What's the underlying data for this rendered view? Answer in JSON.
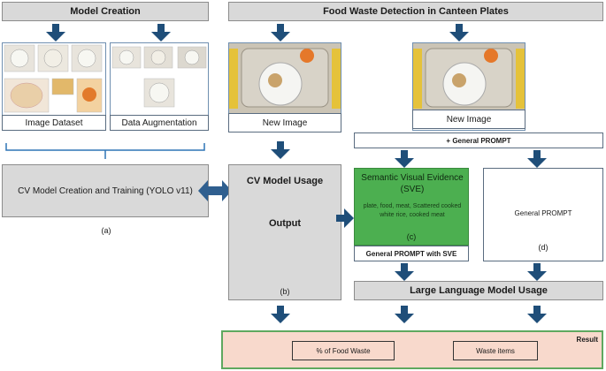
{
  "model_creation": {
    "header": "Model Creation",
    "image_dataset_caption": "Image Dataset",
    "data_augmentation_caption": "Data Augmentation",
    "training_box": "CV Model Creation and Training (YOLO v11)",
    "label": "(a)"
  },
  "detection": {
    "header": "Food Waste Detection in Canteen Plates",
    "new_image_caption_1": "New Image",
    "new_image_caption_2": "New Image",
    "cv_usage_title": "CV Model Usage",
    "cv_usage_output": "Output",
    "cv_usage_label": "(b)",
    "general_prompt_bar": "+ General PROMPT",
    "sve_title": "Semantic Visual Evidence (SVE)",
    "sve_text": "plate, food, meat, Scattered cooked white rice, cooked meat",
    "sve_label": "(c)",
    "sve_caption": "General PROMPT with SVE",
    "general_prompt_box": "General PROMPT",
    "general_prompt_label": "(d)",
    "llm_bar": "Large Language Model Usage"
  },
  "result": {
    "title": "Result",
    "food_waste_pct": "% of Food Waste",
    "waste_items": "Waste items"
  },
  "colors": {
    "arrow": "#1f4e79",
    "sve_green": "#4caf50",
    "result_bg": "#f8d9cc",
    "result_border": "#5fa85f",
    "gray_box": "#d9d9d9"
  }
}
